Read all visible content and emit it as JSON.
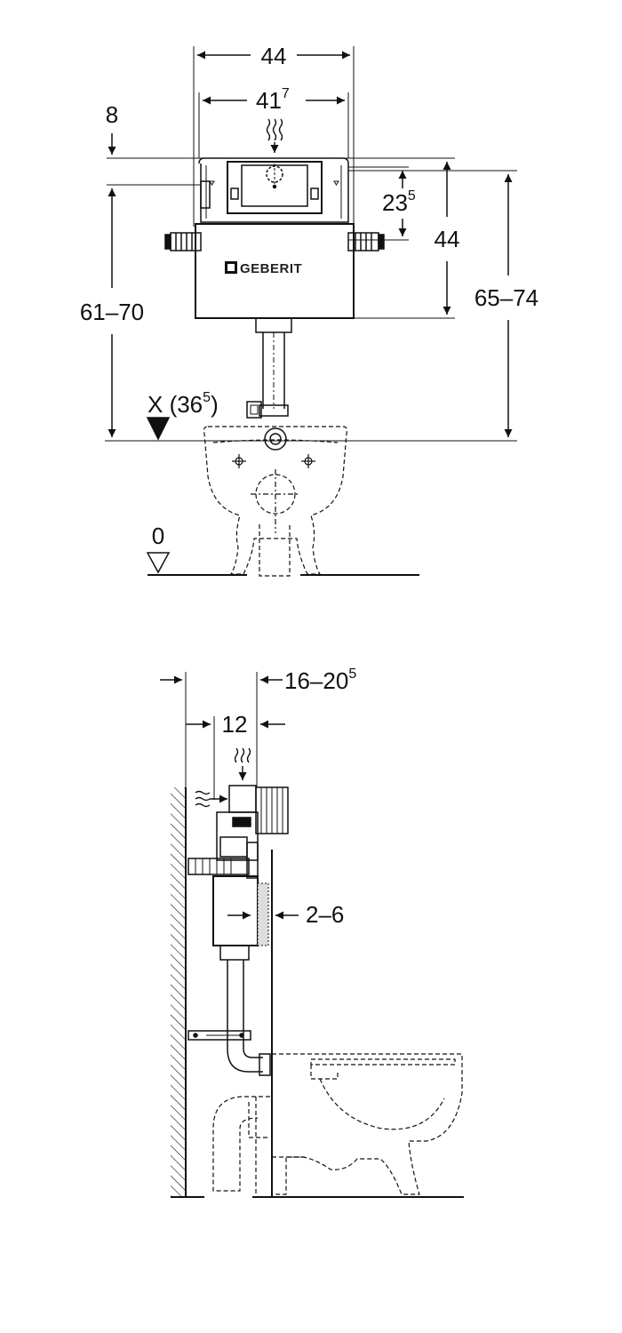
{
  "brand": "GEBERIT",
  "front_view": {
    "width_outer": "44",
    "width_inner_main": "41",
    "width_inner_sup": "7",
    "top_offset": "8",
    "flush_height_main": "23",
    "flush_height_sup": "5",
    "cistern_height": "44",
    "left_range": "61–70",
    "right_range": "65–74",
    "x_main": "X (36",
    "x_sup": "5",
    "x_close": ")",
    "floor_level": "0"
  },
  "side_view": {
    "depth_range_main": "16–20",
    "depth_range_sup": "5",
    "depth_fixed": "12",
    "wall_thickness": "2–6"
  },
  "colors": {
    "line": "#111111",
    "background": "#ffffff"
  }
}
